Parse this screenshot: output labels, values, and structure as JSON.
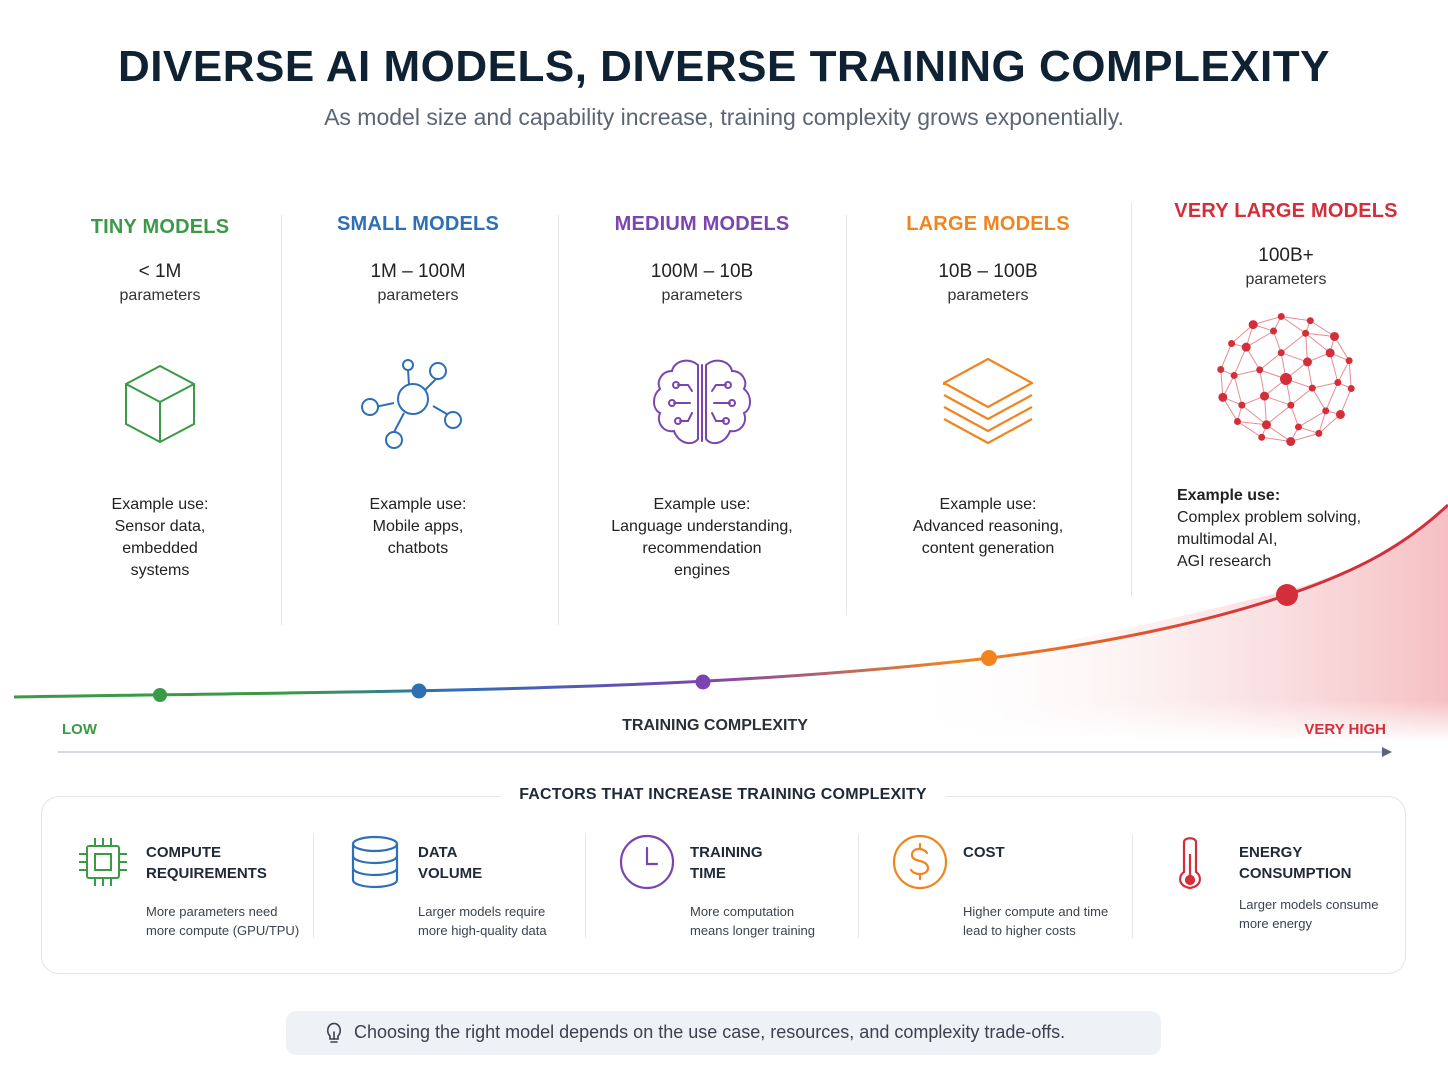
{
  "header": {
    "title": "DIVERSE AI MODELS, DIVERSE TRAINING COMPLEXITY",
    "subtitle": "As model size and capability increase, training complexity grows exponentially."
  },
  "tiers": [
    {
      "name": "TINY MODELS",
      "range": "< 1M",
      "params": "parameters",
      "icon": "cube-icon",
      "color": "#3a9a46",
      "use_label": "Example use:",
      "use_lines": [
        "Sensor data,",
        "embedded",
        "systems"
      ]
    },
    {
      "name": "SMALL MODELS",
      "range": "1M – 100M",
      "params": "parameters",
      "icon": "network-nodes-icon",
      "color": "#2f6fb6",
      "use_label": "Example use:",
      "use_lines": [
        "Mobile apps,",
        "chatbots"
      ]
    },
    {
      "name": "MEDIUM MODELS",
      "range": "100M – 10B",
      "params": "parameters",
      "icon": "brain-circuit-icon",
      "color": "#7b45b0",
      "use_label": "Example use:",
      "use_lines": [
        "Language understanding,",
        "recommendation",
        "engines"
      ]
    },
    {
      "name": "LARGE MODELS",
      "range": "10B – 100B",
      "params": "parameters",
      "icon": "layers-stack-icon",
      "color": "#f0851f",
      "use_label": "Example use:",
      "use_lines": [
        "Advanced reasoning,",
        "content generation"
      ]
    },
    {
      "name": "VERY LARGE MODELS",
      "range": "100B+",
      "params": "parameters",
      "icon": "neural-sphere-icon",
      "color": "#d32f3a",
      "use_label": "Example use:",
      "use_lines": [
        "Complex problem solving,",
        "multimodal AI,",
        "AGI research"
      ]
    }
  ],
  "axis": {
    "low": "LOW",
    "label": "TRAINING COMPLEXITY",
    "high": "VERY HIGH"
  },
  "factors": {
    "title": "FACTORS THAT INCREASE TRAINING COMPLEXITY",
    "items": [
      {
        "name_lines": [
          "COMPUTE",
          "REQUIREMENTS"
        ],
        "desc_lines": [
          "More parameters need",
          "more compute (GPU/TPU)"
        ],
        "icon": "chip-icon",
        "color": "#3a9a46"
      },
      {
        "name_lines": [
          "DATA",
          "VOLUME"
        ],
        "desc_lines": [
          "Larger models require",
          "more high-quality data"
        ],
        "icon": "database-icon",
        "color": "#2f6fb6"
      },
      {
        "name_lines": [
          "TRAINING",
          "TIME"
        ],
        "desc_lines": [
          "More computation",
          "means longer training"
        ],
        "icon": "clock-icon",
        "color": "#7b45b0"
      },
      {
        "name_lines": [
          "COST"
        ],
        "desc_lines": [
          "Higher compute and time",
          "lead to higher costs"
        ],
        "icon": "dollar-coin-icon",
        "color": "#f0851f"
      },
      {
        "name_lines": [
          "ENERGY",
          "CONSUMPTION"
        ],
        "desc_lines": [
          "Larger models consume",
          "more energy"
        ],
        "icon": "thermometer-icon",
        "color": "#d32f3a"
      }
    ]
  },
  "note": {
    "text": "Choosing the right model depends on the use case, resources, and complexity trade-offs.",
    "icon": "lightbulb-icon"
  }
}
